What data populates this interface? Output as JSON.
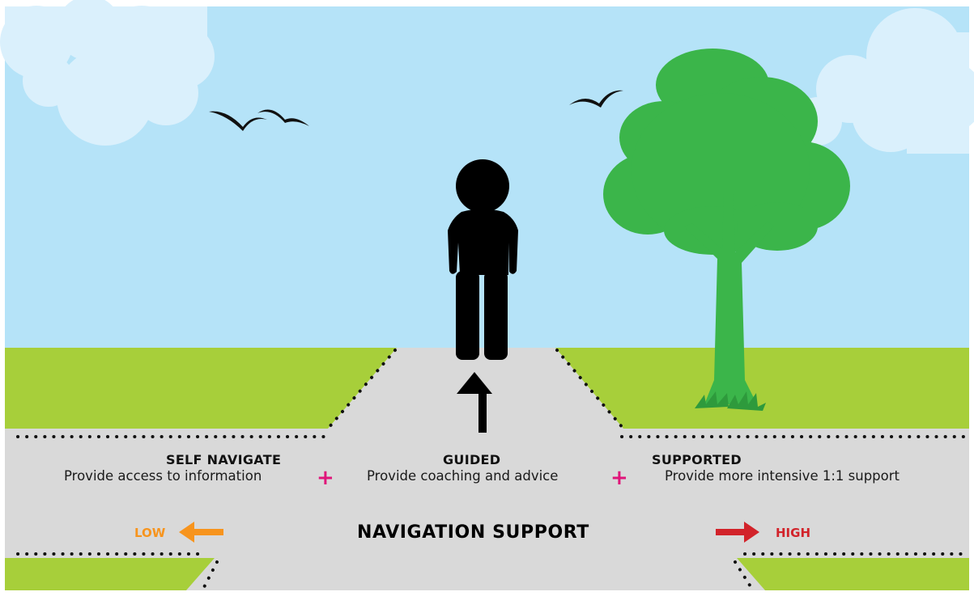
{
  "colors": {
    "sky": "#b5e3f8",
    "cloud": "#daf0fc",
    "grass": "#a7cf3a",
    "road": "#d9d9d9",
    "tree": "#3bb54a",
    "plus": "#e0157a",
    "low": "#f7941d",
    "high": "#d2232a",
    "figure": "#000000"
  },
  "icons": [
    "cloud-icon",
    "bird-icon",
    "person-icon",
    "tree-icon",
    "up-arrow-icon",
    "left-arrow-icon",
    "right-arrow-icon",
    "plus-icon"
  ],
  "steps": [
    {
      "title": "SELF NAVIGATE",
      "description": "Provide access to information"
    },
    {
      "title": "GUIDED",
      "description": "Provide coaching and advice"
    },
    {
      "title": "SUPPORTED",
      "description": "Provide more intensive 1:1 support"
    }
  ],
  "plus_symbol": "+",
  "scale": {
    "title": "NAVIGATION SUPPORT",
    "low_label": "LOW",
    "high_label": "HIGH"
  }
}
